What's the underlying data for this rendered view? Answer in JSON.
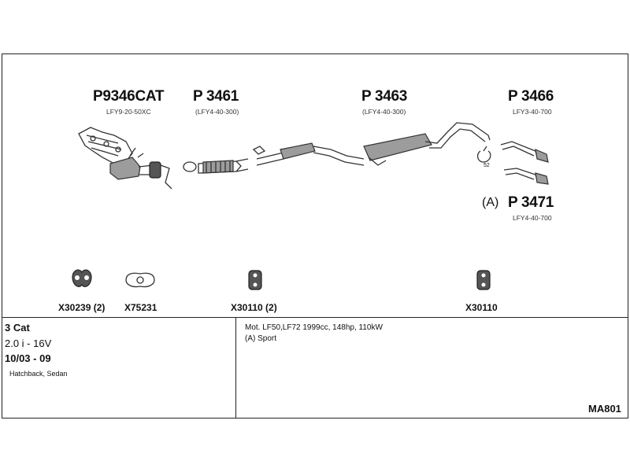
{
  "parts": [
    {
      "number": "P9346CAT",
      "code": "LFY9-20-50XC"
    },
    {
      "number": "P 3461",
      "code": "(LFY4-40-300)"
    },
    {
      "number": "P 3463",
      "code": "(LFY4-40-300)"
    },
    {
      "number": "P 3466",
      "code": "LFY3-40-700"
    },
    {
      "number": "P 3471",
      "prefix": "(A)",
      "code": "LFY4-40-700"
    }
  ],
  "small_label": "52",
  "accessories": [
    {
      "label": "X30239 (2)",
      "icon": "hanger-rubber-icon"
    },
    {
      "label": "X75231",
      "icon": "gasket-icon"
    },
    {
      "label": "X30110 (2)",
      "icon": "rubber-mount-icon"
    },
    {
      "label": "X30110",
      "icon": "rubber-mount-icon"
    }
  ],
  "vehicle": {
    "cat": "3 Cat",
    "engine": "2.0 i - 16V",
    "years": "10/03 - 09",
    "body": "Hatchback, Sedan"
  },
  "notes": {
    "motor": "Mot. LF50,LF72 1999cc, 148hp, 110kW",
    "variant": "(A) Sport"
  },
  "kit_code": "MA801"
}
